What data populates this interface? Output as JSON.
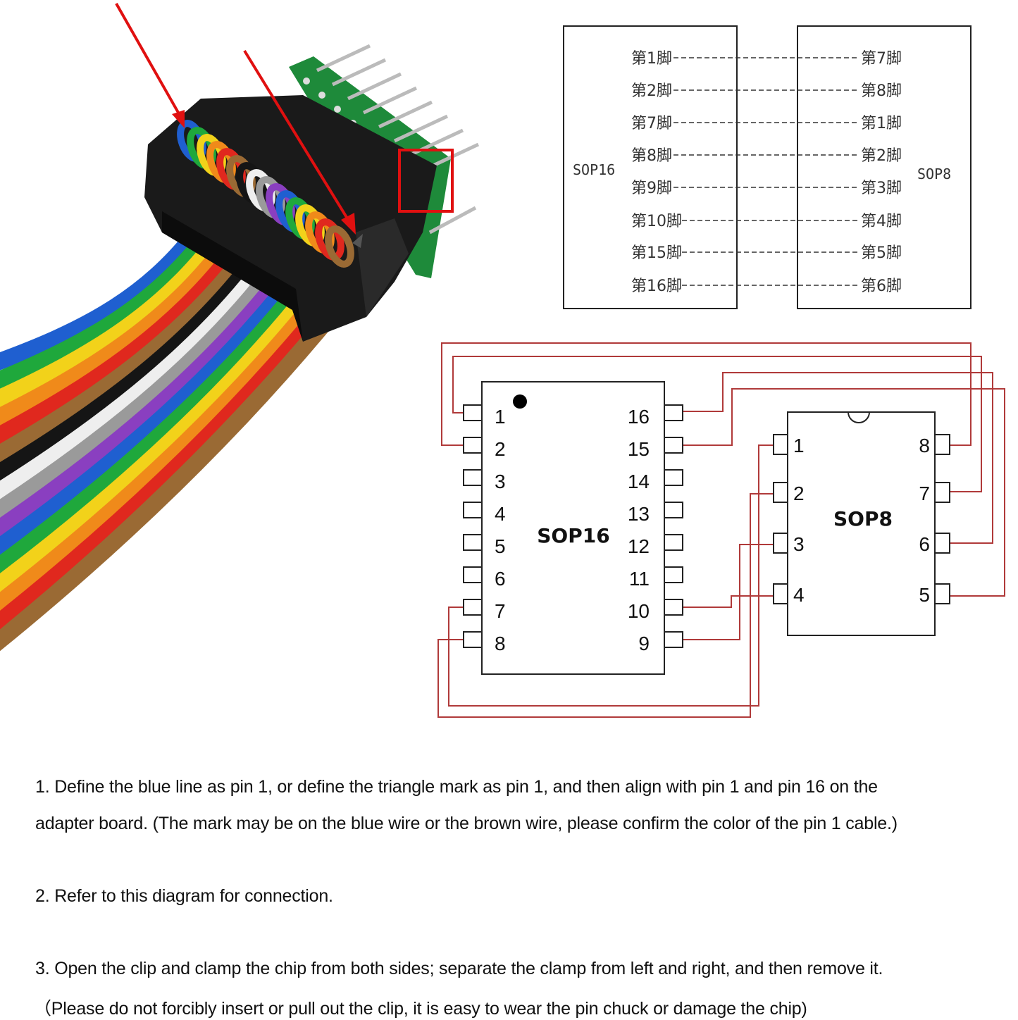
{
  "mapping_table": {
    "left_chip": "SOP16",
    "right_chip": "SOP8",
    "rows": [
      {
        "left": "第1脚",
        "right": "第7脚"
      },
      {
        "left": "第2脚",
        "right": "第8脚"
      },
      {
        "left": "第7脚",
        "right": "第1脚"
      },
      {
        "left": "第8脚",
        "right": "第2脚"
      },
      {
        "left": "第9脚",
        "right": "第3脚"
      },
      {
        "left": "第10脚",
        "right": "第4脚"
      },
      {
        "left": "第15脚",
        "right": "第5脚"
      },
      {
        "left": "第16脚",
        "right": "第6脚"
      }
    ]
  },
  "wiring_diagram": {
    "sop16_label": "SOP16",
    "sop8_label": "SOP8",
    "sop16_left_pins": [
      "1",
      "2",
      "3",
      "4",
      "5",
      "6",
      "7",
      "8"
    ],
    "sop16_right_pins": [
      "16",
      "15",
      "14",
      "13",
      "12",
      "11",
      "10",
      "9"
    ],
    "sop8_left_pins": [
      "1",
      "2",
      "3",
      "4"
    ],
    "sop8_right_pins": [
      "8",
      "7",
      "6",
      "5"
    ],
    "wire_color": "#b03a3a",
    "connections": [
      {
        "sop16": "1",
        "sop8": "7"
      },
      {
        "sop16": "2",
        "sop8": "8"
      },
      {
        "sop16": "7",
        "sop8": "1"
      },
      {
        "sop16": "8",
        "sop8": "2"
      },
      {
        "sop16": "9",
        "sop8": "3"
      },
      {
        "sop16": "10",
        "sop8": "4"
      },
      {
        "sop16": "15",
        "sop8": "5"
      },
      {
        "sop16": "16",
        "sop8": "6"
      }
    ]
  },
  "photo": {
    "cable_colors": [
      "#1f5fd0",
      "#1fa83c",
      "#f2d21a",
      "#f08a1a",
      "#e0281e",
      "#9a6a34",
      "#151515",
      "#eeeeee",
      "#9a9a9a",
      "#8a3fc0",
      "#1f5fd0",
      "#1fa83c",
      "#f2d21a",
      "#f08a1a",
      "#e0281e",
      "#9a6a34"
    ],
    "annotation_color": "#e01010"
  },
  "instructions": [
    "1. Define the blue line as pin 1, or define the triangle mark as pin 1, and then align with pin 1 and pin 16 on the",
    "adapter board. (The mark may be on the blue wire or the brown wire, please confirm the color of the pin 1 cable.)",
    "2. Refer to this diagram for connection.",
    "3. Open the clip and clamp the chip from both sides; separate the clamp from left and right, and then remove it.",
    "（Please do not forcibly insert or pull out the clip, it is easy to wear the pin chuck or damage the chip)"
  ]
}
